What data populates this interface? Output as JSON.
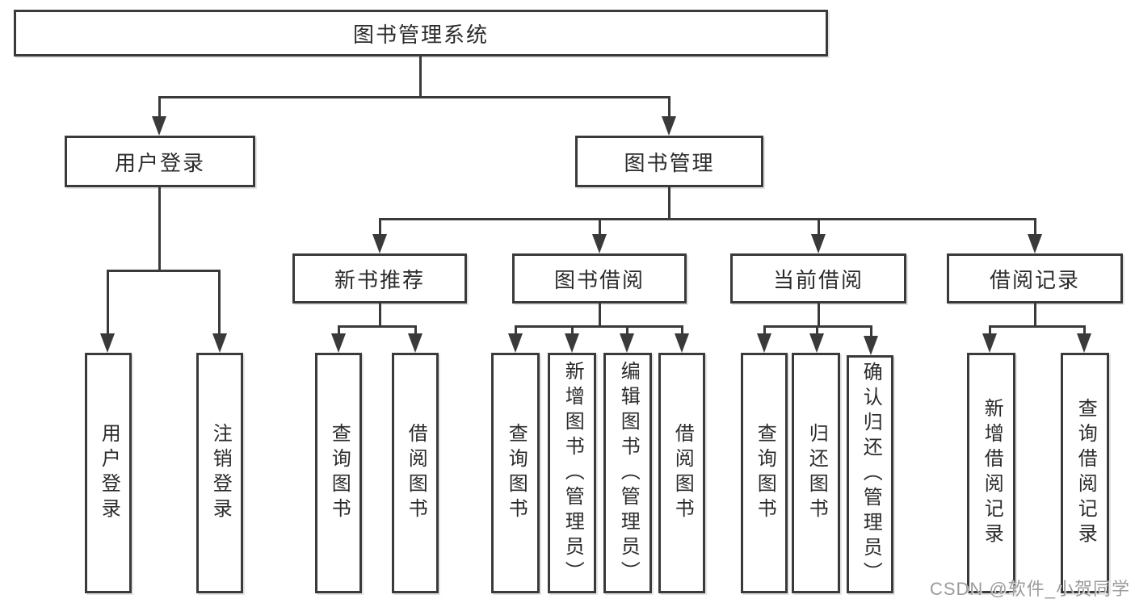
{
  "tree": {
    "label": "图书管理系统",
    "children": [
      {
        "label": "用户登录",
        "children": [
          {
            "label": "用户登录"
          },
          {
            "label": "注销登录"
          }
        ]
      },
      {
        "label": "图书管理",
        "children": [
          {
            "label": "新书推荐",
            "children": [
              {
                "label": "查询图书"
              },
              {
                "label": "借阅图书"
              }
            ]
          },
          {
            "label": "图书借阅",
            "children": [
              {
                "label": "查询图书"
              },
              {
                "label": "新增图书（管理员）"
              },
              {
                "label": "编辑图书（管理员）"
              },
              {
                "label": "借阅图书"
              }
            ]
          },
          {
            "label": "当前借阅",
            "children": [
              {
                "label": "查询图书"
              },
              {
                "label": "归还图书"
              },
              {
                "label": "确认归还（管理员）"
              }
            ]
          },
          {
            "label": "借阅记录",
            "children": [
              {
                "label": "新增借阅记录"
              },
              {
                "label": "查询借阅记录"
              }
            ]
          }
        ]
      }
    ]
  },
  "watermark": {
    "text": "CSDN @软件_小贺同学"
  },
  "colors": {
    "line": "#3a3a3a",
    "text": "#2b2b2b",
    "box_background": "#ffffff",
    "watermark": "#9c9c9c"
  }
}
